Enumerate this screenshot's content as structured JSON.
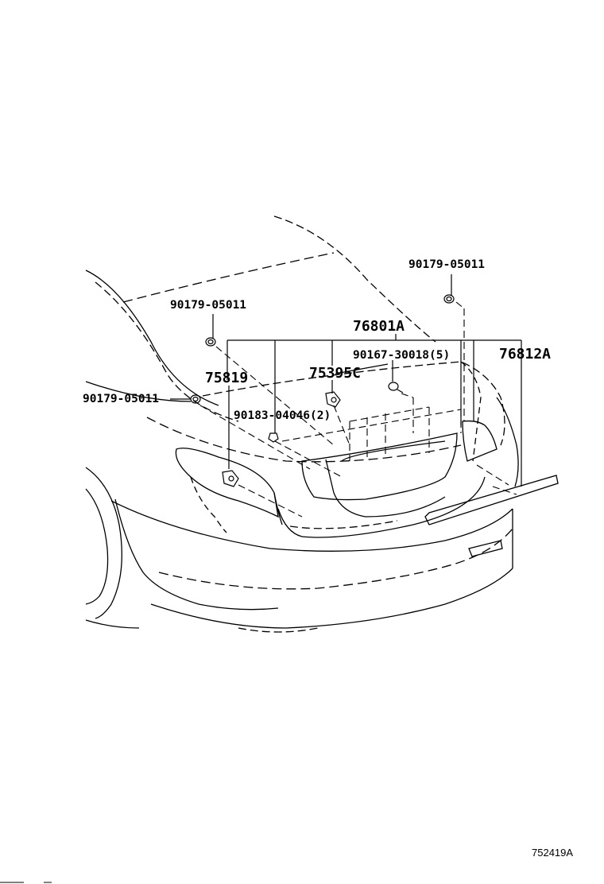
{
  "callouts": {
    "clip_top_right": "90179-05011",
    "clip_top_left": "90179-05011",
    "clip_left": "90179-05011",
    "garnish_assy": "76801A",
    "screw": "90167-30018",
    "screw_qty": "(5)",
    "moulding": "76812A",
    "emblem_a": "75819",
    "emblem_b": "75395C",
    "nut": "90183-04046",
    "nut_qty": "(2)"
  },
  "figure_code": "752419A"
}
